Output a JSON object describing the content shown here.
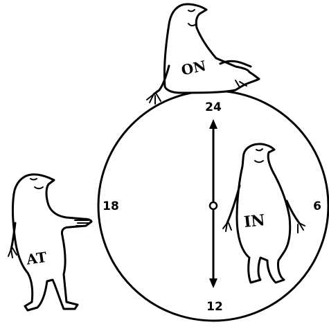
{
  "clock": {
    "top_number": "24",
    "bottom_number": "12",
    "left_number": "18",
    "right_number": "6"
  },
  "figures": {
    "on_label": "ON",
    "in_label": "IN",
    "at_label": "AT"
  }
}
